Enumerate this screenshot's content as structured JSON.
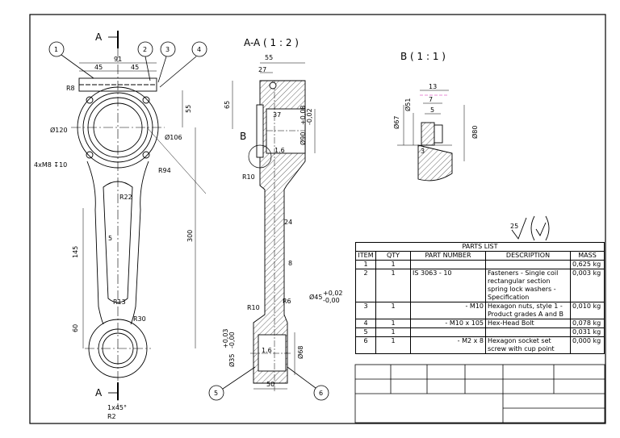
{
  "views": {
    "section_label": "A-A ( 1 : 2 )",
    "detail_label": "B ( 1 : 1 )",
    "cut_letter": "A",
    "detail_letter": "B"
  },
  "front_view_dims": {
    "overall_width": "91",
    "half_left": "45",
    "half_right": "45",
    "radius_bolt": "R8",
    "big_bore": "Ø120",
    "outer": "Ø106",
    "height_top": "55",
    "threads": "4xM8 ↧10",
    "radius_arc": "R94",
    "radius_neck": "R22",
    "web": "5",
    "length_mid": "145",
    "center_distance": "300",
    "radius_small": "R13",
    "radius_end": "R30",
    "small_end_height": "60",
    "chamfer": "1x45°",
    "radius_edge": "R2"
  },
  "section_dims": {
    "width": "55",
    "offset": "27",
    "height": "65",
    "inner": "37",
    "bore": "Ø90",
    "bore_tol_upper": "+0,08",
    "bore_tol_lower": "-0,02",
    "rough_top": "1.6",
    "fillet_top": "R10",
    "thickness_a": "24",
    "thickness_b": "8",
    "pin": "Ø45",
    "pin_tol_upper": "+0,02",
    "pin_tol_lower": "-0,00",
    "fillet_bottom": "R10",
    "radius_r6": "R6",
    "small_bore": "Ø35",
    "small_tol_upper": "+0,03",
    "small_tol_lower": "-0,00",
    "rough_bottom": "1.6",
    "small_outer": "Ø68",
    "small_width": "50"
  },
  "detail_dims": {
    "d13": "13",
    "d7": "7",
    "d5": "5",
    "d67": "Ø67",
    "d51": "Ø51",
    "d3": "3",
    "d80": "Ø80"
  },
  "surface_note": "25",
  "balloons": [
    "1",
    "2",
    "3",
    "4",
    "5",
    "6"
  ],
  "parts_list": {
    "title": "PARTS LIST",
    "headers": [
      "ITEM",
      "QTY",
      "PART NUMBER",
      "DESCRIPTION",
      "MASS"
    ],
    "rows": [
      {
        "item": "1",
        "qty": "1",
        "part": "",
        "desc": "",
        "mass": "0,625 kg"
      },
      {
        "item": "2",
        "qty": "1",
        "part": "IS 3063 - 10",
        "desc": "Fasteners - Single coil rectangular section spring lock washers - Specification",
        "mass": "0,003 kg"
      },
      {
        "item": "3",
        "qty": "1",
        "part": "- M10",
        "desc": "Hexagon nuts, style 1 - Product grades A and B",
        "mass": "0,010 kg"
      },
      {
        "item": "4",
        "qty": "1",
        "part": "- M10 x 105",
        "desc": "Hex-Head Bolt",
        "mass": "0,078 kg"
      },
      {
        "item": "5",
        "qty": "1",
        "part": "",
        "desc": "",
        "mass": "0,031 kg"
      },
      {
        "item": "6",
        "qty": "1",
        "part": "- M2 x 8",
        "desc": "Hexagon socket set screw with cup point",
        "mass": "0,000 kg"
      }
    ]
  }
}
